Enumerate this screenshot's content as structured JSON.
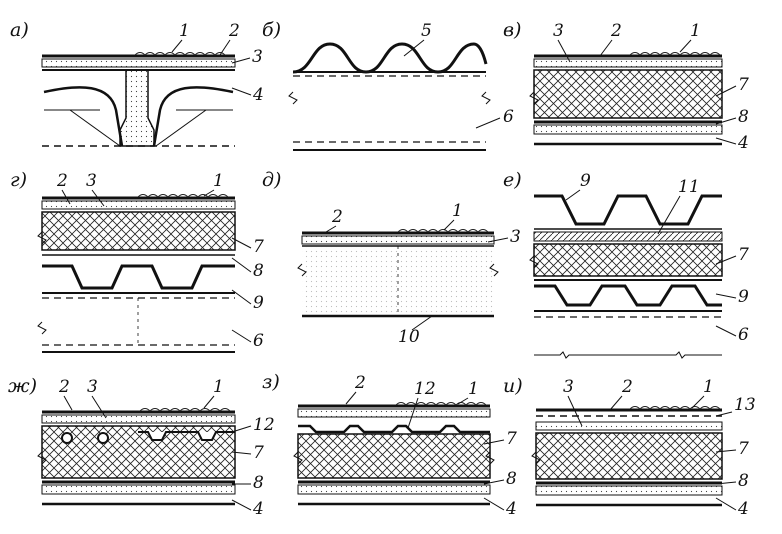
{
  "panels": [
    {
      "id": "a",
      "letter": "а)"
    },
    {
      "id": "b",
      "letter": "б)"
    },
    {
      "id": "v",
      "letter": "в)"
    },
    {
      "id": "g",
      "letter": "г)"
    },
    {
      "id": "d",
      "letter": "д)"
    },
    {
      "id": "e",
      "letter": "е)"
    },
    {
      "id": "zh",
      "letter": "ж)"
    },
    {
      "id": "z",
      "letter": "з)"
    },
    {
      "id": "i",
      "letter": "и)"
    }
  ],
  "callouts": {
    "a": [
      "1",
      "2",
      "3",
      "4"
    ],
    "b": [
      "5",
      "6"
    ],
    "v": [
      "3",
      "2",
      "1",
      "7",
      "8",
      "4"
    ],
    "g": [
      "2",
      "3",
      "1",
      "7",
      "8",
      "9",
      "6"
    ],
    "d": [
      "2",
      "1",
      "3",
      "10"
    ],
    "e": [
      "9",
      "11",
      "7",
      "9",
      "6"
    ],
    "zh": [
      "2",
      "3",
      "1",
      "12",
      "7",
      "8",
      "4"
    ],
    "z": [
      "2",
      "12",
      "1",
      "7",
      "8",
      "4"
    ],
    "i": [
      "3",
      "2",
      "1",
      "13",
      "7",
      "8",
      "4"
    ]
  },
  "colors": {
    "ink": "#111111",
    "fill_light": "#d9d9d9",
    "background": "#ffffff"
  }
}
